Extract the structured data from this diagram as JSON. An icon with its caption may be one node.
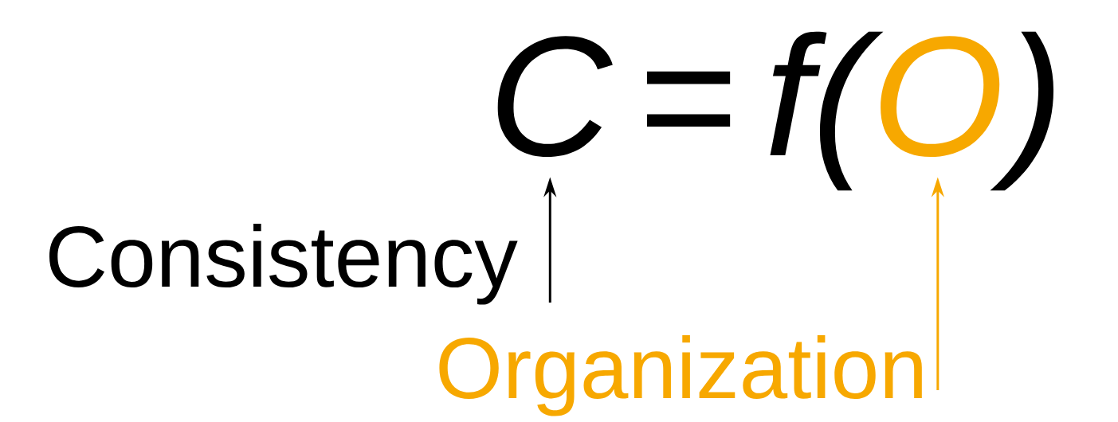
{
  "diagram": {
    "nodes": [
      {
        "text": [
          "C"
        ]
      },
      {
        "text": [
          "O"
        ]
      },
      {
        "text": [
          "Consistency"
        ]
      },
      {
        "text": [
          "Organization"
        ]
      }
    ],
    "edges": [
      {
        "from": 2,
        "to": 0,
        "arrow": "to"
      },
      {
        "from": 3,
        "to": 1,
        "arrow": "to",
        "color": "#f7a800"
      }
    ],
    "labels": [
      "=",
      "f(",
      ")"
    ]
  }
}
